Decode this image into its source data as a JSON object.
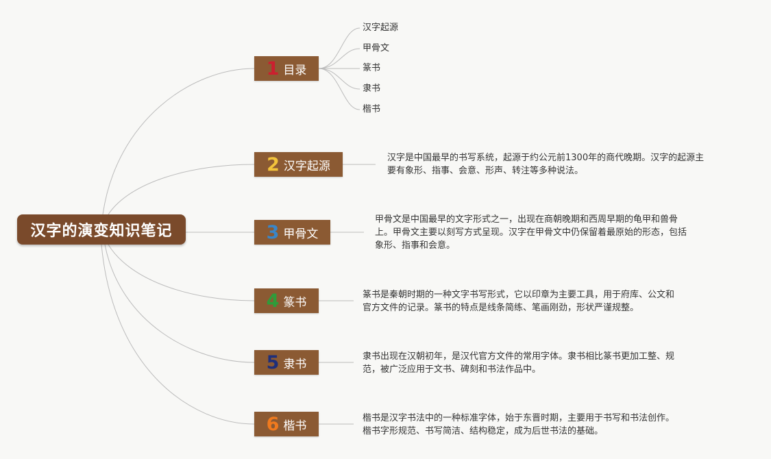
{
  "root": {
    "title": "汉字的演变知识笔记"
  },
  "colors": {
    "root_bg": "#7a4a2b",
    "node_bg": "#8b5a33",
    "line": "#bbbbbb"
  },
  "branches": [
    {
      "num": "1",
      "num_color": "#cc1f2f",
      "label": "目录",
      "children": [
        "汉字起源",
        "甲骨文",
        "篆书",
        "隶书",
        "楷书"
      ]
    },
    {
      "num": "2",
      "num_color": "#f2c33b",
      "label": "汉字起源",
      "desc": [
        "汉字是中国最早的书写系统，起源于约公元前1300年的商代晚期。汉字的起源主",
        "要有象形、指事、会意、形声、转注等多种说法。"
      ]
    },
    {
      "num": "3",
      "num_color": "#3a86c8",
      "label": "甲骨文",
      "desc": [
        "甲骨文是中国最早的文字形式之一，出现在商朝晚期和西周早期的龟甲和兽骨",
        "上。甲骨文主要以刻写方式呈现。汉字在甲骨文中仍保留着最原始的形态，包括",
        "象形、指事和会意。"
      ]
    },
    {
      "num": "4",
      "num_color": "#2e9c3a",
      "label": "篆书",
      "desc": [
        "篆书是秦朝时期的一种文字书写形式，它以印章为主要工具，用于府库、公文和",
        "官方文件的记录。篆书的特点是线条简练、笔画刚劲，形状严谨规整。"
      ]
    },
    {
      "num": "5",
      "num_color": "#1f2f7a",
      "label": "隶书",
      "desc": [
        "隶书出现在汉朝初年，是汉代官方文件的常用字体。隶书相比篆书更加工整、规",
        "范，被广泛应用于文书、碑刻和书法作品中。"
      ]
    },
    {
      "num": "6",
      "num_color": "#f07a1e",
      "label": "楷书",
      "desc": [
        "楷书是汉字书法中的一种标准字体，始于东晋时期，主要用于书写和书法创作。",
        "楷书字形规范、书写简洁、结构稳定，成为后世书法的基础。"
      ]
    }
  ]
}
